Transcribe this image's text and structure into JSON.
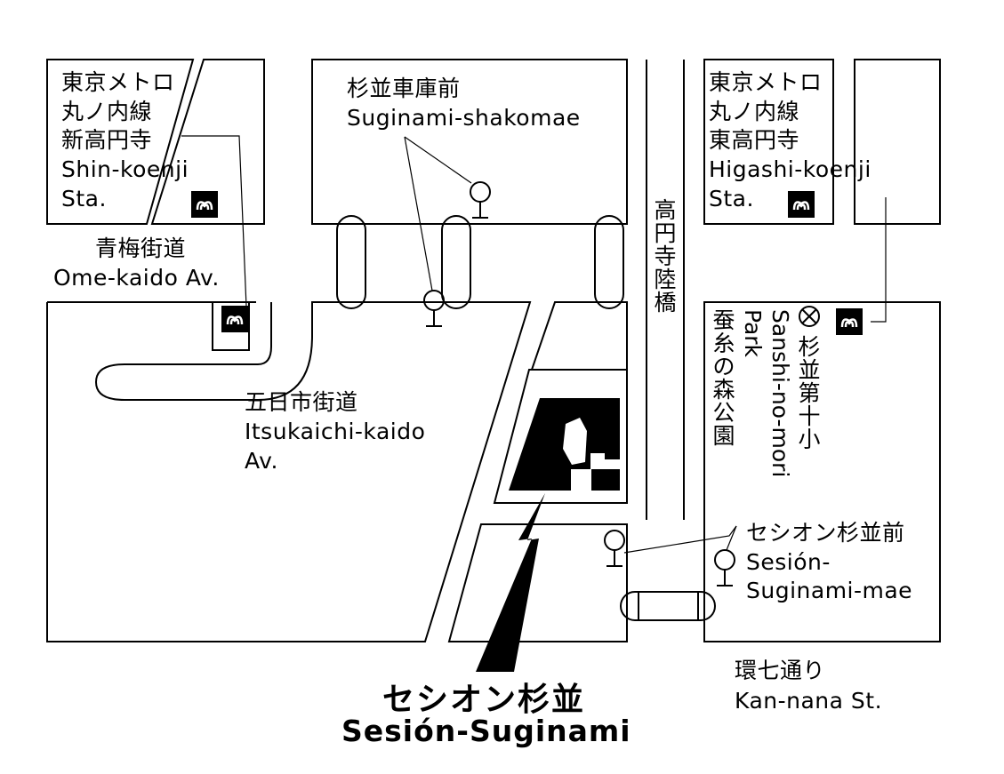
{
  "stations": {
    "shin_koenji": {
      "line1": "東京メトロ",
      "line2": "丸ノ内線",
      "name_ja": "新高円寺",
      "name_en1": "Shin-koenji",
      "name_en2": "Sta."
    },
    "higashi_koenji": {
      "line1": "東京メトロ",
      "line2": "丸ノ内線",
      "name_ja": "東高円寺",
      "name_en1": "Higashi-koenji",
      "name_en2": "Sta."
    }
  },
  "bus_stops": {
    "suginami_shakomae": {
      "ja": "杉並車庫前",
      "en": "Suginami-shakomae"
    },
    "sesion_suginami_mae": {
      "ja": "セシオン杉並前",
      "en1": "Sesión-",
      "en2": "Suginami-mae"
    }
  },
  "roads": {
    "ome_kaido": {
      "ja": "青梅街道",
      "en": "Ome-kaido Av."
    },
    "itsukaichi_kaido": {
      "ja": "五日市街道",
      "en1": "Itsukaichi-kaido",
      "en2": "Av."
    },
    "koenji_rikkyo": {
      "ja": "高円寺陸橋"
    },
    "kan_nana": {
      "ja": "環七通り",
      "en": "Kan-nana St."
    }
  },
  "landmarks": {
    "school": {
      "ja": "杉並第十小"
    },
    "park": {
      "ja": "蚕糸の森公園",
      "en1": "Sanshi-no-mori",
      "en2": "Park"
    }
  },
  "destination": {
    "ja": "セシオン杉並",
    "en": "Sesión-Suginami"
  },
  "icons": {
    "metro": "tokyo-metro-icon",
    "bus_stop": "bus-stop-icon",
    "school": "school-symbol-icon",
    "crosswalk": "crosswalk-icon"
  },
  "colors": {
    "ink": "#000000",
    "paper": "#ffffff"
  }
}
